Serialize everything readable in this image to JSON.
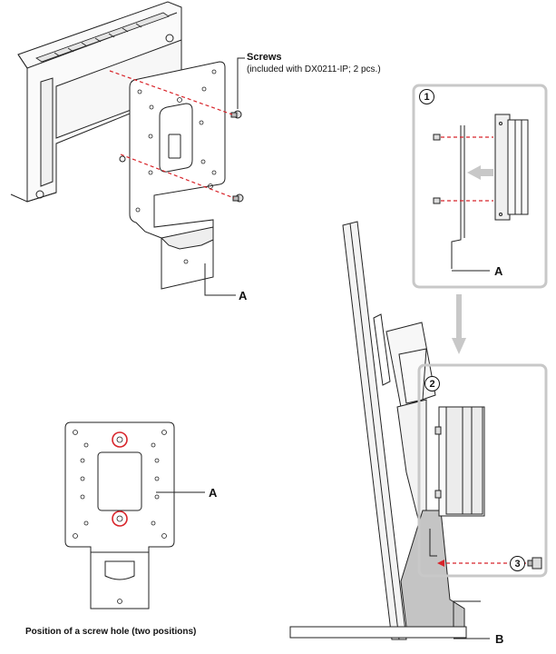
{
  "callouts": {
    "screws_title": "Screws",
    "screws_note": "(included with DX0211-IP; 2 pcs.)",
    "label_a": "A",
    "label_b": "B",
    "caption": "Position of a screw hole (two positions)"
  },
  "steps": {
    "step1": "1",
    "step2": "2",
    "step3": "3"
  },
  "colors": {
    "arrow_red": "#d8242a",
    "frame_gray": "#c8c8c8",
    "line": "#222222",
    "stand_gray": "#bdbdbd"
  }
}
